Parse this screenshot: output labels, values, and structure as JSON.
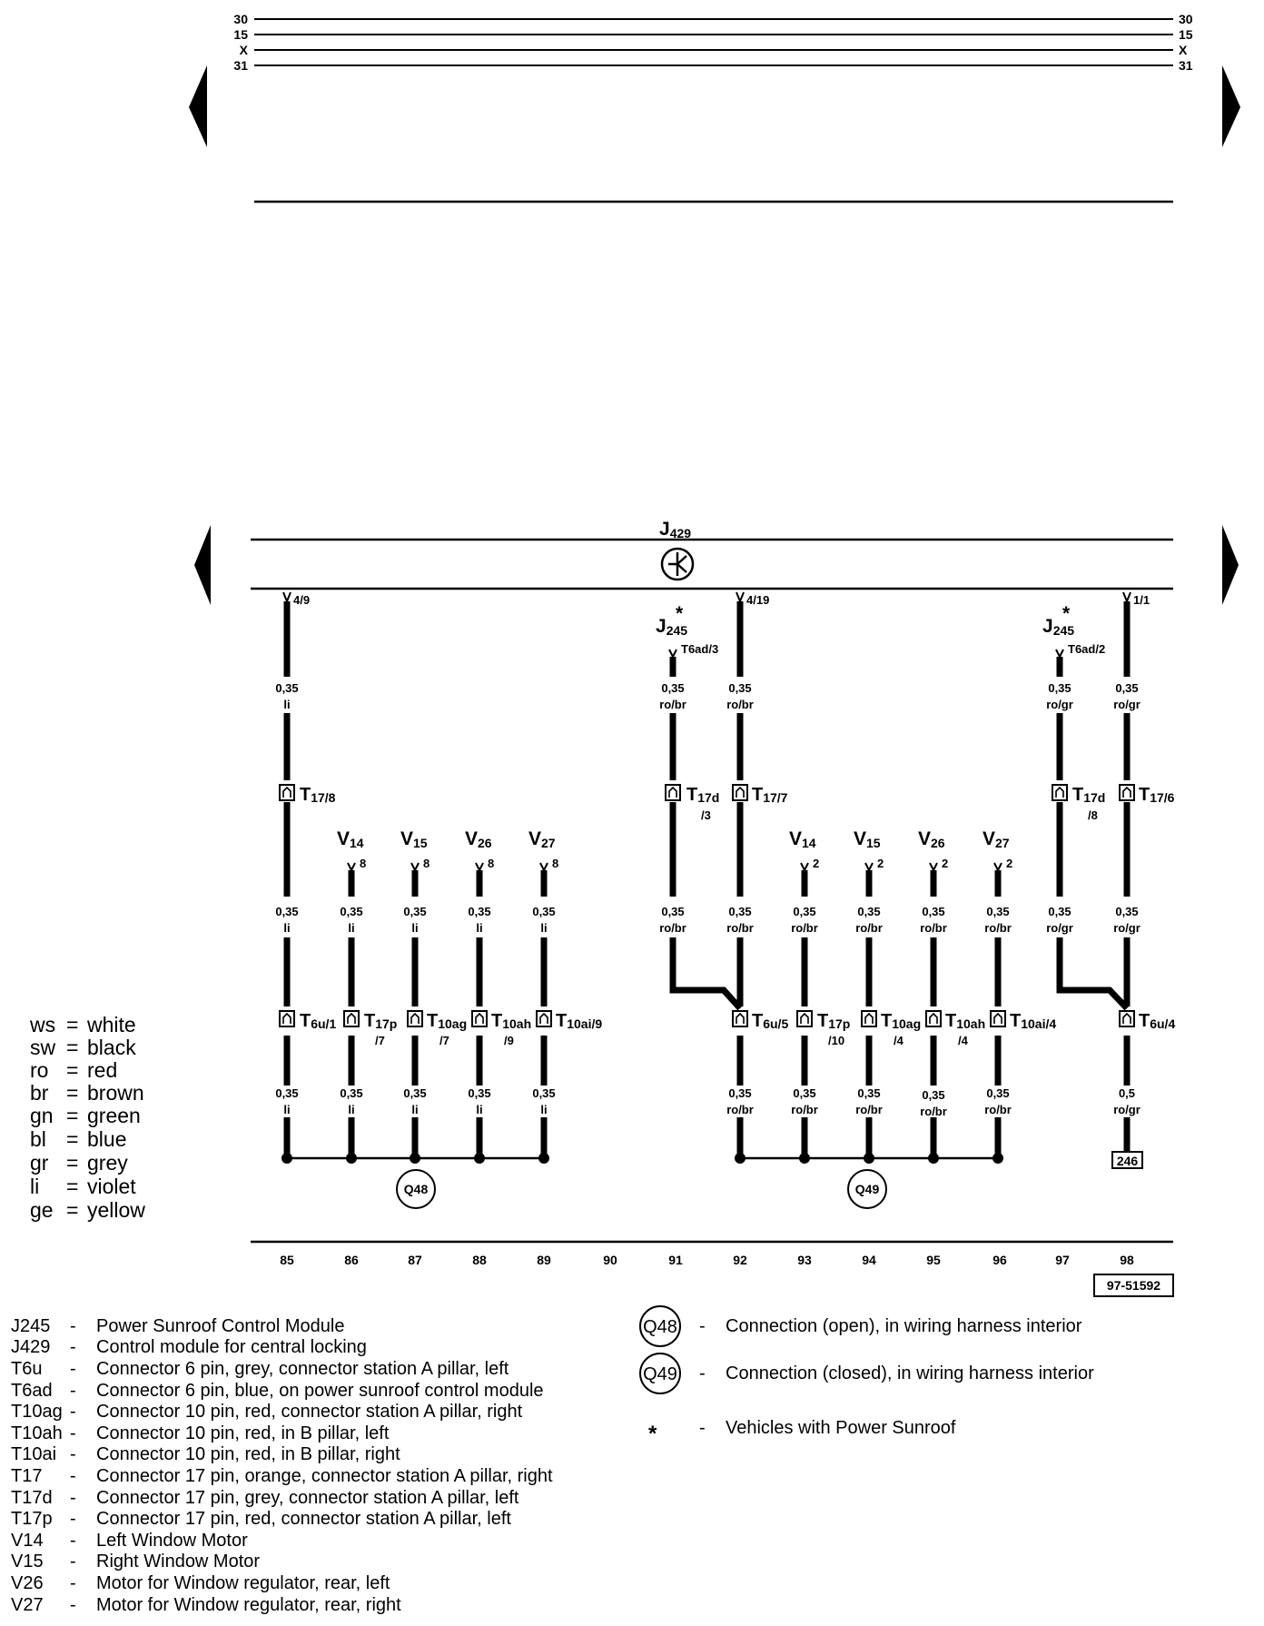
{
  "diagram_id": "97-51592",
  "bus_lines": [
    "30",
    "15",
    "X",
    "31"
  ],
  "module": {
    "id": "J",
    "sub": "429"
  },
  "module_pins": [
    {
      "id": "m1",
      "label": "4/9"
    },
    {
      "id": "m2",
      "label": "4/19"
    },
    {
      "id": "m3",
      "label": "1/1"
    }
  ],
  "sunroof_taps": [
    {
      "name_id": "J",
      "name_sub": "245",
      "star": "*",
      "pin": "T6ad/3"
    },
    {
      "name_id": "J",
      "name_sub": "245",
      "star": "*",
      "pin": "T6ad/2"
    }
  ],
  "wire_specs": [
    {
      "id": "w1",
      "size": "0,35",
      "color": "li"
    },
    {
      "id": "w2",
      "size": "0,35",
      "color": "ro/br"
    },
    {
      "id": "w3",
      "size": "0,35",
      "color": "ro/br"
    },
    {
      "id": "w4",
      "size": "0,35",
      "color": "ro/gr"
    },
    {
      "id": "w5",
      "size": "0,35",
      "color": "ro/gr"
    },
    {
      "id": "w6",
      "size": "0,35",
      "color": "li"
    },
    {
      "id": "w7",
      "size": "0,35",
      "color": "li"
    },
    {
      "id": "w8",
      "size": "0,35",
      "color": "li"
    },
    {
      "id": "w9",
      "size": "0,35",
      "color": "li"
    },
    {
      "id": "w10",
      "size": "0,35",
      "color": "li"
    },
    {
      "id": "w11",
      "size": "0,35",
      "color": "ro/br"
    },
    {
      "id": "w12",
      "size": "0,35",
      "color": "ro/br"
    },
    {
      "id": "w13",
      "size": "0,35",
      "color": "ro/br"
    },
    {
      "id": "w14",
      "size": "0,35",
      "color": "ro/br"
    },
    {
      "id": "w15",
      "size": "0,35",
      "color": "ro/br"
    },
    {
      "id": "w16",
      "size": "0,35",
      "color": "ro/br"
    },
    {
      "id": "w17",
      "size": "0,35",
      "color": "ro/gr"
    },
    {
      "id": "w18",
      "size": "0,35",
      "color": "ro/gr"
    },
    {
      "id": "w19",
      "size": "0,35",
      "color": "li"
    },
    {
      "id": "w20",
      "size": "0,35",
      "color": "li"
    },
    {
      "id": "w21",
      "size": "0,35",
      "color": "li"
    },
    {
      "id": "w22",
      "size": "0,35",
      "color": "li"
    },
    {
      "id": "w23",
      "size": "0,35",
      "color": "li"
    },
    {
      "id": "w24",
      "size": "0,35",
      "color": "ro/br"
    },
    {
      "id": "w25",
      "size": "0,35",
      "color": "ro/br"
    },
    {
      "id": "w26",
      "size": "0,35",
      "color": "ro/br"
    },
    {
      "id": "w27",
      "size": "0,35",
      "color": "ro/br"
    },
    {
      "id": "w28",
      "size": "0,35",
      "color": "ro/br"
    },
    {
      "id": "w29",
      "size": "0,5",
      "color": "ro/gr"
    }
  ],
  "upper_connectors": [
    {
      "id": "c1",
      "main": "T",
      "sub": "17/8",
      "line2": ""
    },
    {
      "id": "c2",
      "main": "T",
      "sub": "17d",
      "line2": "/3"
    },
    {
      "id": "c3",
      "main": "T",
      "sub": "17/7",
      "line2": ""
    },
    {
      "id": "c4",
      "main": "T",
      "sub": "17d",
      "line2": "/8"
    },
    {
      "id": "c5",
      "main": "T",
      "sub": "17/6",
      "line2": ""
    }
  ],
  "motors": [
    {
      "id": "mo1",
      "name": "V",
      "sub": "14",
      "pin": "8"
    },
    {
      "id": "mo2",
      "name": "V",
      "sub": "15",
      "pin": "8"
    },
    {
      "id": "mo3",
      "name": "V",
      "sub": "26",
      "pin": "8"
    },
    {
      "id": "mo4",
      "name": "V",
      "sub": "27",
      "pin": "8"
    },
    {
      "id": "mo5",
      "name": "V",
      "sub": "14",
      "pin": "2"
    },
    {
      "id": "mo6",
      "name": "V",
      "sub": "15",
      "pin": "2"
    },
    {
      "id": "mo7",
      "name": "V",
      "sub": "26",
      "pin": "2"
    },
    {
      "id": "mo8",
      "name": "V",
      "sub": "27",
      "pin": "2"
    }
  ],
  "lower_connectors": [
    {
      "id": "l1",
      "main": "T",
      "sub": "6u/1",
      "line2": ""
    },
    {
      "id": "l2",
      "main": "T",
      "sub": "17p",
      "line2": "/7"
    },
    {
      "id": "l3",
      "main": "T",
      "sub": "10ag",
      "line2": "/7"
    },
    {
      "id": "l4",
      "main": "T",
      "sub": "10ah",
      "line2": "/9"
    },
    {
      "id": "l5",
      "main": "T",
      "sub": "10ai/9",
      "line2": ""
    },
    {
      "id": "l6",
      "main": "T",
      "sub": "6u/5",
      "line2": ""
    },
    {
      "id": "l7",
      "main": "T",
      "sub": "17p",
      "line2": "/10"
    },
    {
      "id": "l8",
      "main": "T",
      "sub": "10ag",
      "line2": "/4"
    },
    {
      "id": "l9",
      "main": "T",
      "sub": "10ah",
      "line2": "/4"
    },
    {
      "id": "l10",
      "main": "T",
      "sub": "10ai/4",
      "line2": ""
    },
    {
      "id": "l11",
      "main": "T",
      "sub": "6u/4",
      "line2": ""
    }
  ],
  "splices": [
    {
      "id": "s1",
      "label": "Q48"
    },
    {
      "id": "s2",
      "label": "Q49"
    }
  ],
  "ref_box": "246",
  "track_numbers": [
    "85",
    "86",
    "87",
    "88",
    "89",
    "90",
    "91",
    "92",
    "93",
    "94",
    "95",
    "96",
    "97",
    "98"
  ],
  "color_key": [
    {
      "code": "ws",
      "sep": "=",
      "name": "white"
    },
    {
      "code": "sw",
      "sep": "=",
      "name": "black"
    },
    {
      "code": "ro",
      "sep": "=",
      "name": "red"
    },
    {
      "code": "br",
      "sep": "=",
      "name": "brown"
    },
    {
      "code": "gn",
      "sep": "=",
      "name": "green"
    },
    {
      "code": "bl",
      "sep": "=",
      "name": "blue"
    },
    {
      "code": "gr",
      "sep": "=",
      "name": "grey"
    },
    {
      "code": "li",
      "sep": "=",
      "name": "violet"
    },
    {
      "code": "ge",
      "sep": "=",
      "name": "yellow"
    }
  ],
  "legend_left": [
    {
      "code": "J245",
      "dash": "-",
      "text": "Power Sunroof Control Module"
    },
    {
      "code": "J429",
      "dash": "-",
      "text": "Control module for central locking"
    },
    {
      "code": "T6u",
      "dash": "-",
      "text": "Connector 6 pin, grey, connector station A pillar, left"
    },
    {
      "code": "T6ad",
      "dash": "-",
      "text": "Connector 6 pin, blue, on power sunroof control module"
    },
    {
      "code": "T10ag",
      "dash": "-",
      "text": "Connector 10 pin, red, connector station A pillar, right"
    },
    {
      "code": "T10ah",
      "dash": "-",
      "text": "Connector 10 pin, red, in B pillar, left"
    },
    {
      "code": "T10ai",
      "dash": "-",
      "text": "Connector 10 pin, red, in B pillar, right"
    },
    {
      "code": "T17",
      "dash": "-",
      "text": "Connector 17 pin, orange, connector station A pillar, right"
    },
    {
      "code": "T17d",
      "dash": "-",
      "text": "Connector 17 pin, grey, connector station A pillar, left"
    },
    {
      "code": "T17p",
      "dash": "-",
      "text": "Connector 17 pin, red, connector station A pillar, left"
    },
    {
      "code": "V14",
      "dash": "-",
      "text": "Left Window Motor"
    },
    {
      "code": "V15",
      "dash": "-",
      "text": "Right Window Motor"
    },
    {
      "code": "V26",
      "dash": "-",
      "text": "Motor for Window regulator, rear, left"
    },
    {
      "code": "V27",
      "dash": "-",
      "text": "Motor for Window regulator, rear, right"
    }
  ],
  "legend_right": [
    {
      "symbol": "Q48",
      "dash": "-",
      "text": "Connection (open), in wiring harness interior"
    },
    {
      "symbol": "Q49",
      "dash": "-",
      "text": "Connection (closed), in wiring harness interior"
    },
    {
      "symbol": "*",
      "dash": "-",
      "text": "Vehicles with Power Sunroof"
    }
  ]
}
